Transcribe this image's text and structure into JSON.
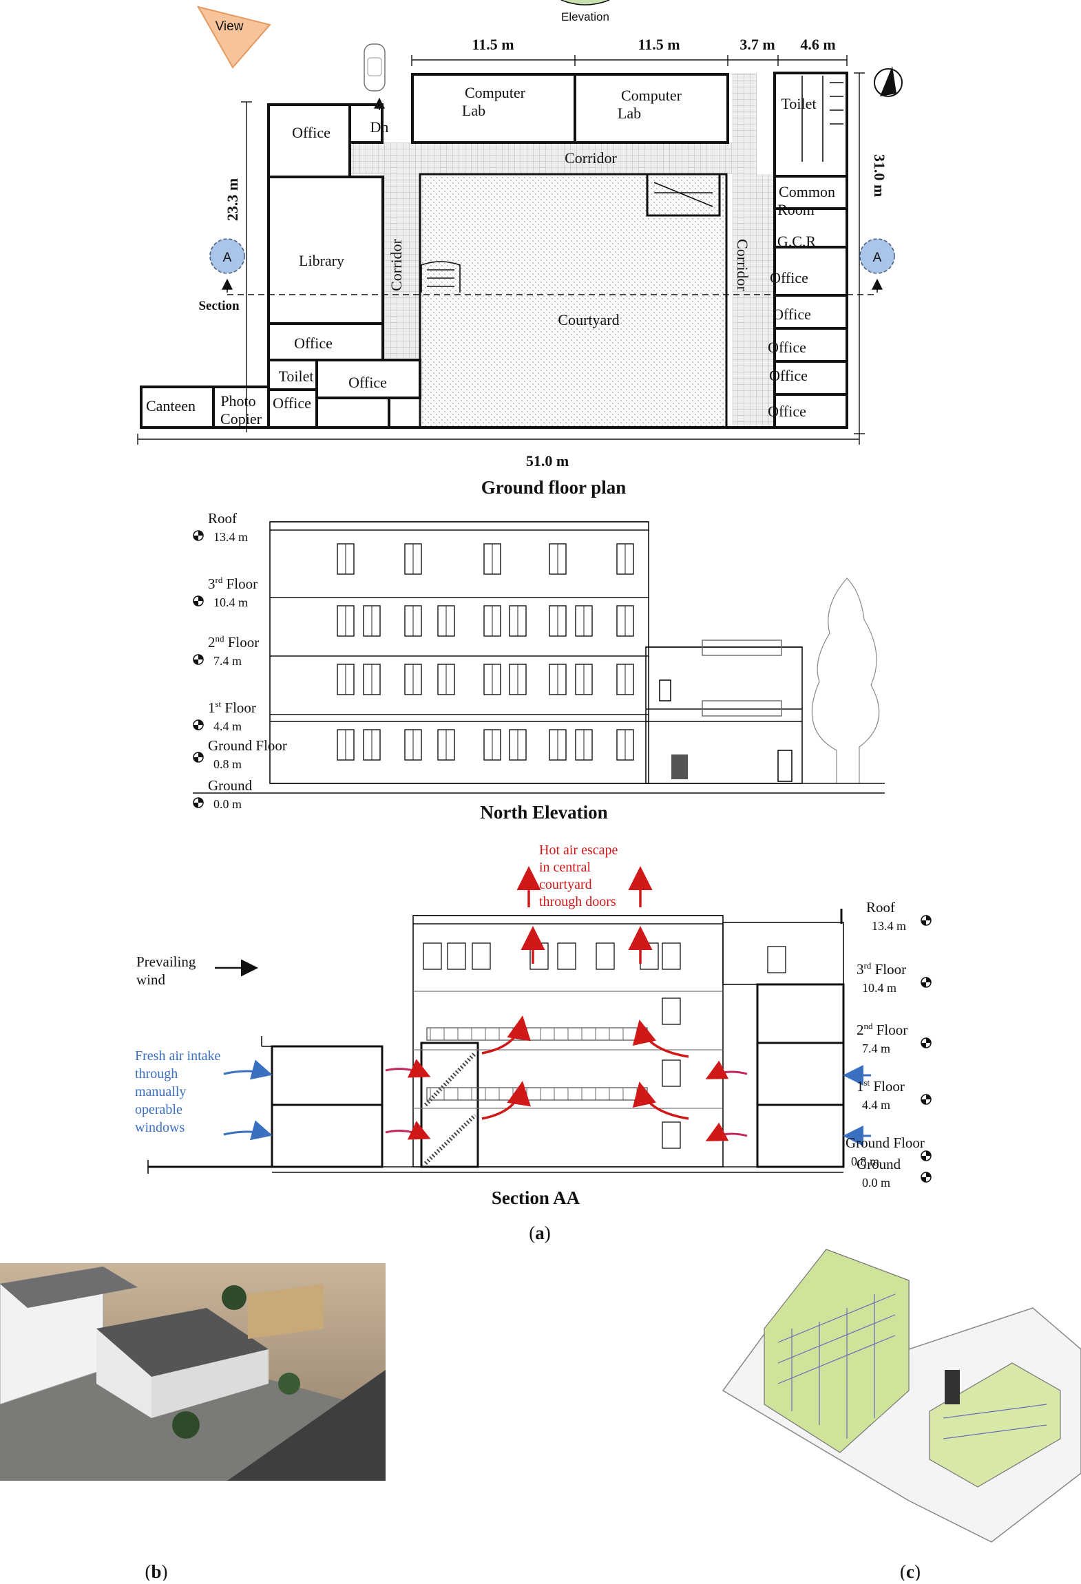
{
  "floor_plan": {
    "view_label": "View",
    "elevation_label": "Elevation",
    "dims_top": [
      "11.5 m",
      "11.5 m",
      "3.7 m",
      "4.6 m"
    ],
    "dim_left": "23.3 m",
    "dim_right": "31.0 m",
    "dim_bottom": "51.0 m",
    "section_marker": "A",
    "section_label": "Section",
    "stair_label": "Dn",
    "rooms": {
      "office_top_left": "Office",
      "computer_lab_1": [
        "Computer",
        "Lab"
      ],
      "computer_lab_2": [
        "Computer",
        "Lab"
      ],
      "toilet_right": "Toilet",
      "corridor_top": "Corridor",
      "common_room": [
        "Common",
        "Room"
      ],
      "gcr": "G.C.R",
      "library": "Library",
      "corridor_left": "Corridor",
      "corridor_right": "Corridor",
      "courtyard": "Courtyard",
      "office_left_mid": "Office",
      "toilet_left": "Toilet",
      "office_bottom_mid": "Office",
      "office_bottom_left": "Office",
      "canteen": "Canteen",
      "photo_copier": [
        "Photo",
        "Copier"
      ],
      "offices_right": [
        "Office",
        "Office",
        "Office",
        "Office",
        "Office"
      ]
    },
    "title": "Ground floor plan"
  },
  "elevation": {
    "levels": [
      {
        "name": "Roof",
        "sup": "",
        "rest": "",
        "value": "13.4 m"
      },
      {
        "name": "3",
        "sup": "rd",
        "rest": " Floor",
        "value": "10.4 m"
      },
      {
        "name": "2",
        "sup": "nd",
        "rest": " Floor",
        "value": "7.4 m"
      },
      {
        "name": "1",
        "sup": "st",
        "rest": " Floor",
        "value": "4.4 m"
      },
      {
        "name": "Ground Floor",
        "sup": "",
        "rest": "",
        "value": "0.8 m"
      },
      {
        "name": "Ground",
        "sup": "",
        "rest": "",
        "value": "0.0 m"
      }
    ],
    "title": "North Elevation"
  },
  "section": {
    "hot_air": [
      "Hot air escape",
      "in central",
      "courtyard",
      "through doors"
    ],
    "prevailing_wind": [
      "Prevailing",
      "wind"
    ],
    "fresh_air": [
      "Fresh air intake",
      "through",
      "manually",
      "operable",
      "windows"
    ],
    "levels": [
      {
        "name": "Roof",
        "sup": "",
        "rest": "",
        "value": "13.4 m"
      },
      {
        "name": "3",
        "sup": "rd",
        "rest": " Floor",
        "value": "10.4 m"
      },
      {
        "name": "2",
        "sup": "nd",
        "rest": " Floor",
        "value": "7.4 m"
      },
      {
        "name": "1",
        "sup": "st",
        "rest": " Floor",
        "value": "4.4 m"
      },
      {
        "name": "Ground Floor",
        "sup": "",
        "rest": "",
        "value": "0.8 m"
      },
      {
        "name": "Ground",
        "sup": "",
        "rest": "",
        "value": "0.0 m"
      }
    ],
    "title": "Section AA"
  },
  "captions": {
    "a": "a",
    "b": "b",
    "c": "c"
  },
  "colors": {
    "hot_air": "#d01818",
    "fresh_air": "#3b6fbf",
    "section_marker": "#aac4ea",
    "view_marker": "#f6c39a",
    "model_green": "#b9d86a"
  }
}
